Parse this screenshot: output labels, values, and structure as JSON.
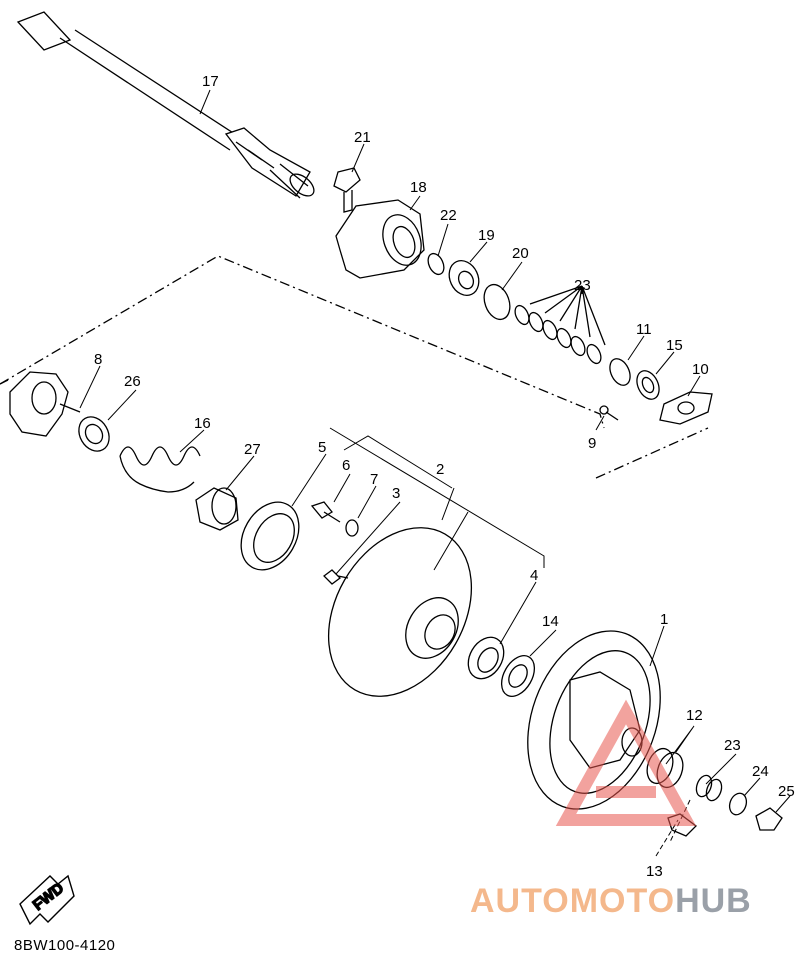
{
  "callouts": {
    "c1": "1",
    "c2": "2",
    "c3": "3",
    "c4": "4",
    "c5": "5",
    "c6": "6",
    "c7": "7",
    "c8": "8",
    "c9": "9",
    "c10": "10",
    "c11": "11",
    "c12": "12",
    "c13": "13",
    "c14": "14",
    "c15": "15",
    "c16": "16",
    "c17": "17",
    "c18": "18",
    "c19": "19",
    "c20": "20",
    "c21": "21",
    "c22": "22",
    "c23a": "23",
    "c23b": "23",
    "c24": "24",
    "c25": "25",
    "c26": "26",
    "c27": "27"
  },
  "fwd_label": "FWD",
  "diagram_code": "8BW100-4120",
  "watermark": {
    "part1": "AUTOMOTO",
    "part2": "HUB",
    "color1": "#f4b88c",
    "color2": "#9aa0a8",
    "logo_color": "#e8574f"
  }
}
